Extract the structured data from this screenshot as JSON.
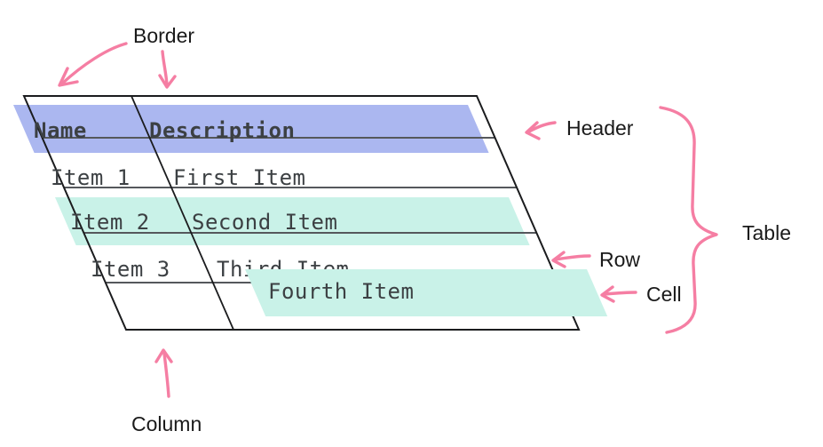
{
  "diagram": {
    "title_labels": {
      "border": "Border",
      "header": "Header",
      "table": "Table",
      "row": "Row",
      "cell": "Cell",
      "column": "Column"
    },
    "table": {
      "header": {
        "name": "Name",
        "description": "Description"
      },
      "rows": [
        {
          "name": "Item 1",
          "description": "First Item"
        },
        {
          "name": "Item 2",
          "description": "Second Item"
        },
        {
          "name": "Item 3",
          "description": "Third Item"
        },
        {
          "name": "",
          "description": "Fourth Item"
        }
      ]
    },
    "colors": {
      "header_highlight": "#abb7f0",
      "row_highlight": "#c9f2e8",
      "cell_highlight": "#c9f2e8",
      "annotation_pink": "#f57ea3",
      "table_text": "#3c4043",
      "label_text": "#1a1a1a",
      "outer_border_line": "#1b1c1e",
      "inner_grid_line": "#55585c"
    }
  }
}
